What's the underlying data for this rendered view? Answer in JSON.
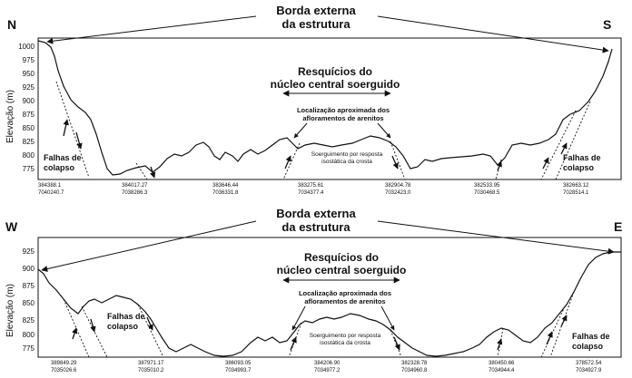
{
  "profiles": [
    {
      "id": "ns",
      "dir_left": "N",
      "dir_right": "S",
      "ylabel": "Elevação (m)",
      "yticks": [
        "1000",
        "975",
        "950",
        "925",
        "900",
        "875",
        "850",
        "825",
        "800",
        "775"
      ],
      "title_line1": "Borda externa",
      "title_line2": "da estrutura",
      "center_line1": "Resquícios do",
      "center_line2": "núcleo central soerguido",
      "loc_line1": "Localização aproximada dos",
      "loc_line2": "afloramentos de arenitos",
      "soerg_line1": "Soerguimento por resposta",
      "soerg_line2": "isostática da crosta",
      "fault_left_1": "Falhas de",
      "fault_left_2": "colapso",
      "fault_right_1": "Falhas de",
      "fault_right_2": "colapso",
      "coords": [
        {
          "e": "384388.1",
          "n": "7040240.7"
        },
        {
          "e": "384017.27",
          "n": "7038286.3"
        },
        {
          "e": "383646.44",
          "n": "7036331.8"
        },
        {
          "e": "383275.61",
          "n": "7034377.4"
        },
        {
          "e": "382904.78",
          "n": "7032423.0"
        },
        {
          "e": "382533.95",
          "n": "7030468.5"
        },
        {
          "e": "382663.12",
          "n": "7028514.1"
        }
      ]
    },
    {
      "id": "we",
      "dir_left": "W",
      "dir_right": "E",
      "ylabel": "Elevação (m)",
      "yticks": [
        "925",
        "900",
        "875",
        "850",
        "825",
        "800",
        "775"
      ],
      "title_line1": "Borda externa",
      "title_line2": "da estrutura",
      "center_line1": "Resquícios do",
      "center_line2": "núcleo central soerguido",
      "loc_line1": "Localização aproximada dos",
      "loc_line2": "afloramentos de arenitos",
      "soerg_line1": "Soerguimento por resposta",
      "soerg_line2": "isostática da crosta",
      "fault_left_1": "Falhas de",
      "fault_left_2": "colapso",
      "fault_right_1": "Falhas de",
      "fault_right_2": "colapso",
      "coords": [
        {
          "e": "389849.29",
          "n": "7035026.6"
        },
        {
          "e": "387971.17",
          "n": "7035010.2"
        },
        {
          "e": "386093.05",
          "n": "7034993.7"
        },
        {
          "e": "384206.90",
          "n": "7034977.2"
        },
        {
          "e": "382328.78",
          "n": "7034960.8"
        },
        {
          "e": "380450.66",
          "n": "7034944.4"
        },
        {
          "e": "378572.54",
          "n": "7034927.9"
        }
      ]
    }
  ]
}
